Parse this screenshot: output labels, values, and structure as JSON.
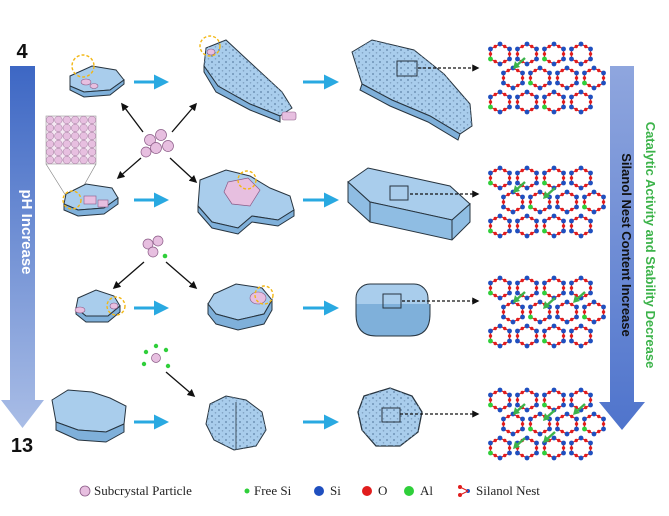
{
  "left_axis": {
    "start": "4",
    "end": "13",
    "label": "pH Increase",
    "color_top": "#3d67c4",
    "color_bottom": "#a9bde6"
  },
  "right_axis": {
    "label_green": "Catalytic Activity and Stability Decrease",
    "label_black": "Silanol Nest Content Increase",
    "green": "#3cb34a",
    "arrow_top": "#8fa6de",
    "arrow_bottom": "#4f74cc"
  },
  "colors": {
    "crystal_fill": "#a9cdec",
    "crystal_edge": "#27343f",
    "particle": "#e7bfe0",
    "arrow_cyan": "#29a9e1",
    "si": "#1f4fbf",
    "o": "#e11d1d",
    "al": "#2fcf3a",
    "highlight": "#f2b714"
  },
  "legend": [
    {
      "icon": "subcrystal-particle-icon",
      "label": "Subcrystal Particle"
    },
    {
      "icon": "free-si-icon",
      "label": "Free Si"
    },
    {
      "icon": "si-atom-icon",
      "label": "Si"
    },
    {
      "icon": "o-atom-icon",
      "label": "O"
    },
    {
      "icon": "al-atom-icon",
      "label": "Al"
    },
    {
      "icon": "silanol-nest-icon",
      "label": "Silanol Nest"
    }
  ]
}
